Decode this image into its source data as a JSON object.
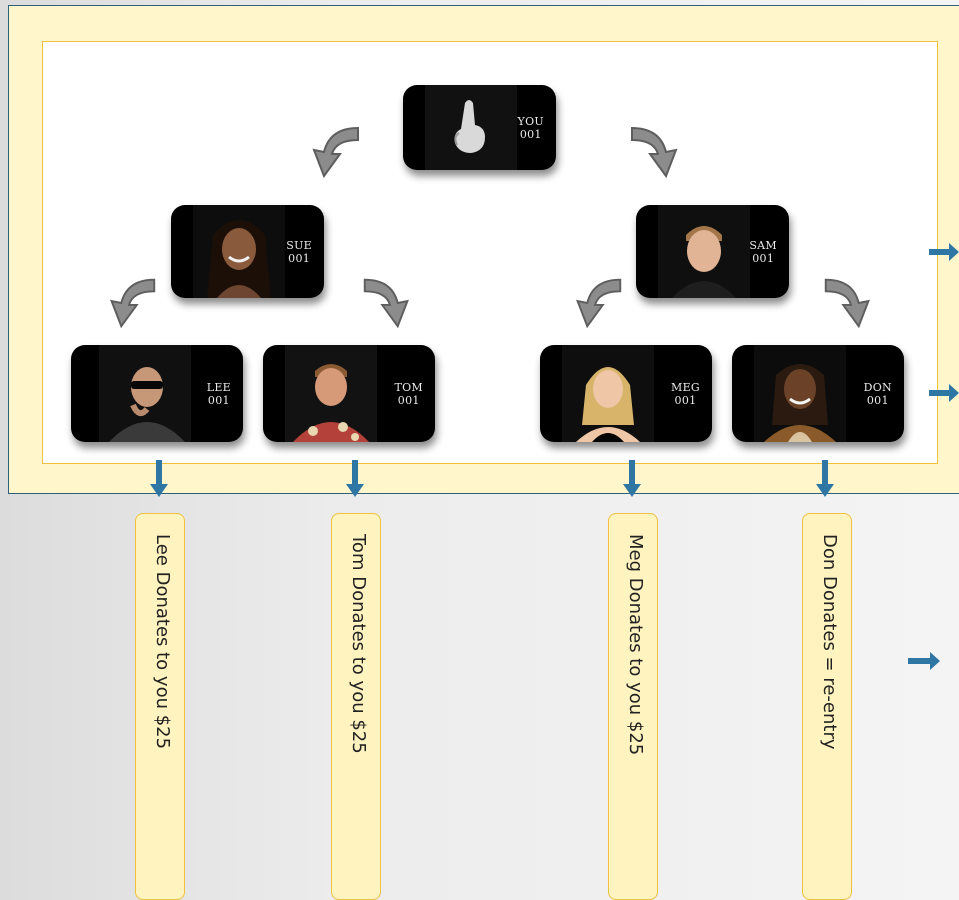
{
  "nodes": {
    "you": {
      "name": "YOU",
      "code": "001"
    },
    "sue": {
      "name": "SUE",
      "code": "001"
    },
    "sam": {
      "name": "SAM",
      "code": "001"
    },
    "lee": {
      "name": "LEE",
      "code": "001"
    },
    "tom": {
      "name": "TOM",
      "code": "001"
    },
    "meg": {
      "name": "MEG",
      "code": "001"
    },
    "don": {
      "name": "DON",
      "code": "001"
    }
  },
  "captions": {
    "lee": "Lee Donates to you $25",
    "tom": "Tom Donates to you $25",
    "meg": "Meg Donates to you $25",
    "don": "Don Donates = re-entry"
  },
  "colors": {
    "arrow_blue": "#2e76a4",
    "frame_fill": "#fff6cc",
    "frame_border": "#2f5f7a",
    "pill_fill": "#fff3bf",
    "pill_border": "#f0c040"
  }
}
